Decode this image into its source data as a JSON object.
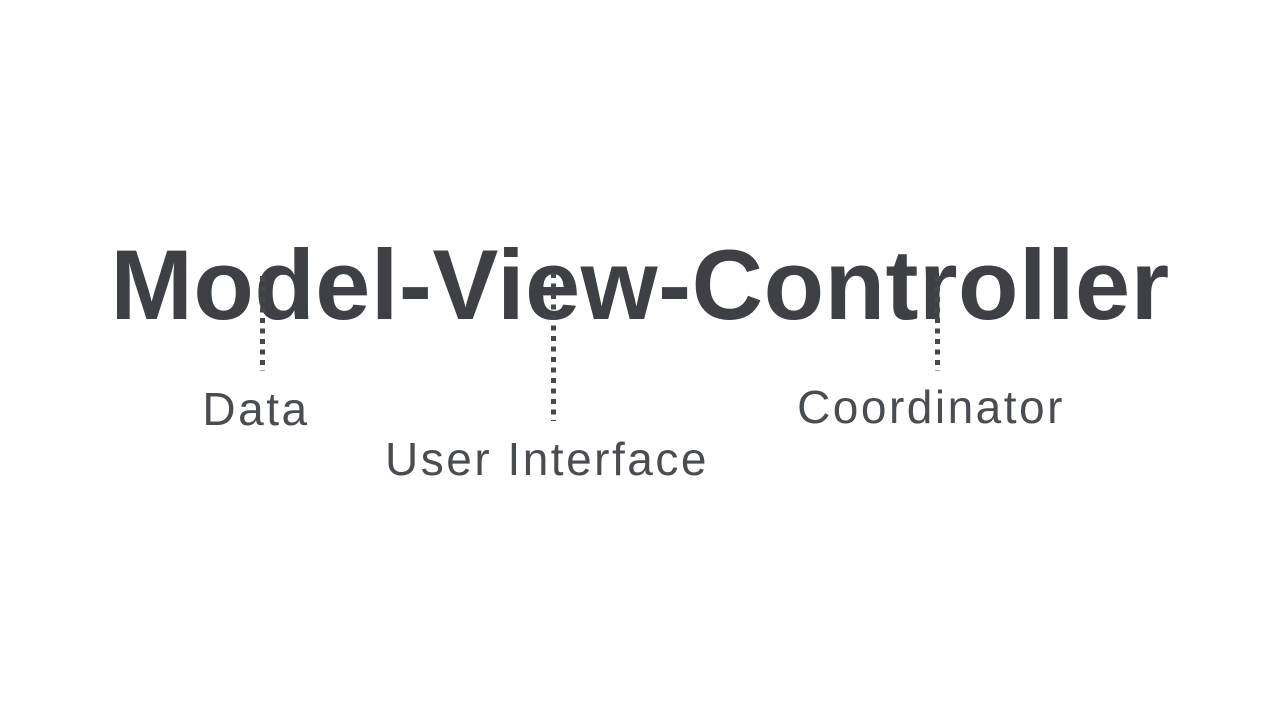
{
  "slide": {
    "title": "Model-View-Controller",
    "colors": {
      "background": "#ffffff",
      "title": "#3d4145",
      "label": "#494d52",
      "dotted_line": "#45484c"
    },
    "annotations": [
      {
        "term": "Model",
        "label": "Data"
      },
      {
        "term": "View",
        "label": "User Interface"
      },
      {
        "term": "Controller",
        "label": "Coordinator"
      }
    ]
  }
}
